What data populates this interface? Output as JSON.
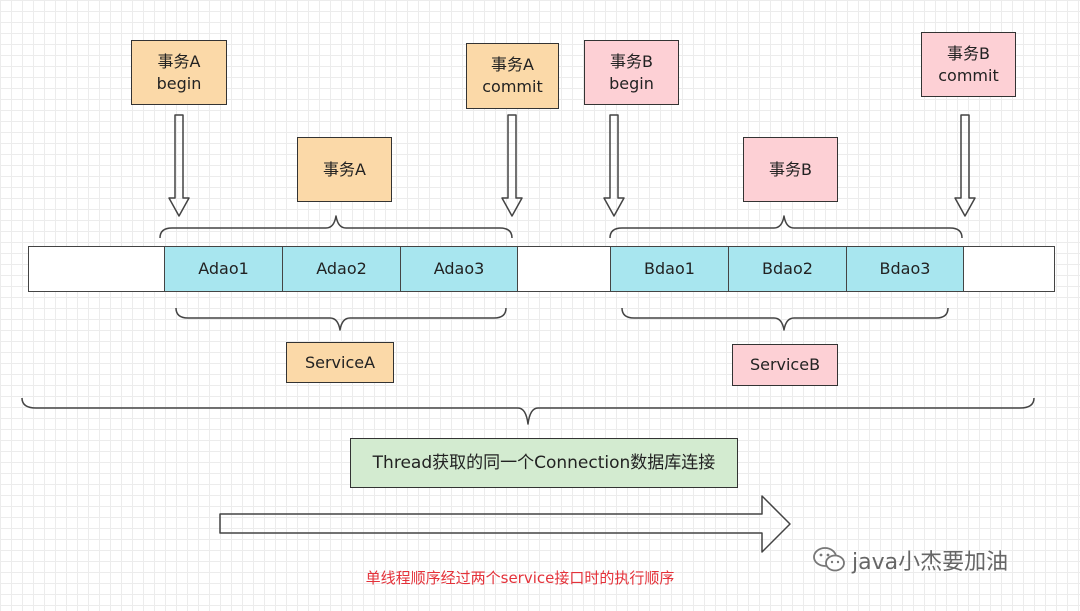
{
  "labels": {
    "tx_a_begin": "事务A\nbegin",
    "tx_a_commit": "事务A\ncommit",
    "tx_b_begin": "事务B\nbegin",
    "tx_b_commit": "事务B\ncommit",
    "tx_a": "事务A",
    "tx_b": "事务B",
    "service_a": "ServiceA",
    "service_b": "ServiceB",
    "connection": "Thread获取的同一个Connection数据库连接",
    "caption": "单线程顺序经过两个service接口时的执行顺序",
    "watermark": "java小杰要加油"
  },
  "timeline": {
    "cells": [
      "Adao1",
      "Adao2",
      "Adao3",
      "Bdao1",
      "Bdao2",
      "Bdao3"
    ]
  },
  "colors": {
    "tx_a_fill": "#fbd9a8",
    "tx_b_fill": "#fdd0d5",
    "dao_fill": "#a8e6ef",
    "connection_fill": "#d3ebd0",
    "caption_text": "#e4323a"
  }
}
